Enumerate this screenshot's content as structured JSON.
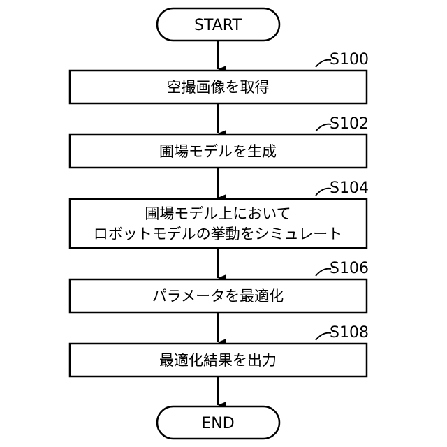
{
  "terminals": {
    "start": "START",
    "end": "END"
  },
  "steps": [
    {
      "ref": "S100",
      "lines": [
        "空撮画像を取得"
      ]
    },
    {
      "ref": "S102",
      "lines": [
        "圃場モデルを生成"
      ]
    },
    {
      "ref": "S104",
      "lines": [
        "圃場モデル上において",
        "ロボットモデルの挙動をシミュレート"
      ]
    },
    {
      "ref": "S106",
      "lines": [
        "パラメータを最適化"
      ]
    },
    {
      "ref": "S108",
      "lines": [
        "最適化結果を出力"
      ]
    }
  ]
}
